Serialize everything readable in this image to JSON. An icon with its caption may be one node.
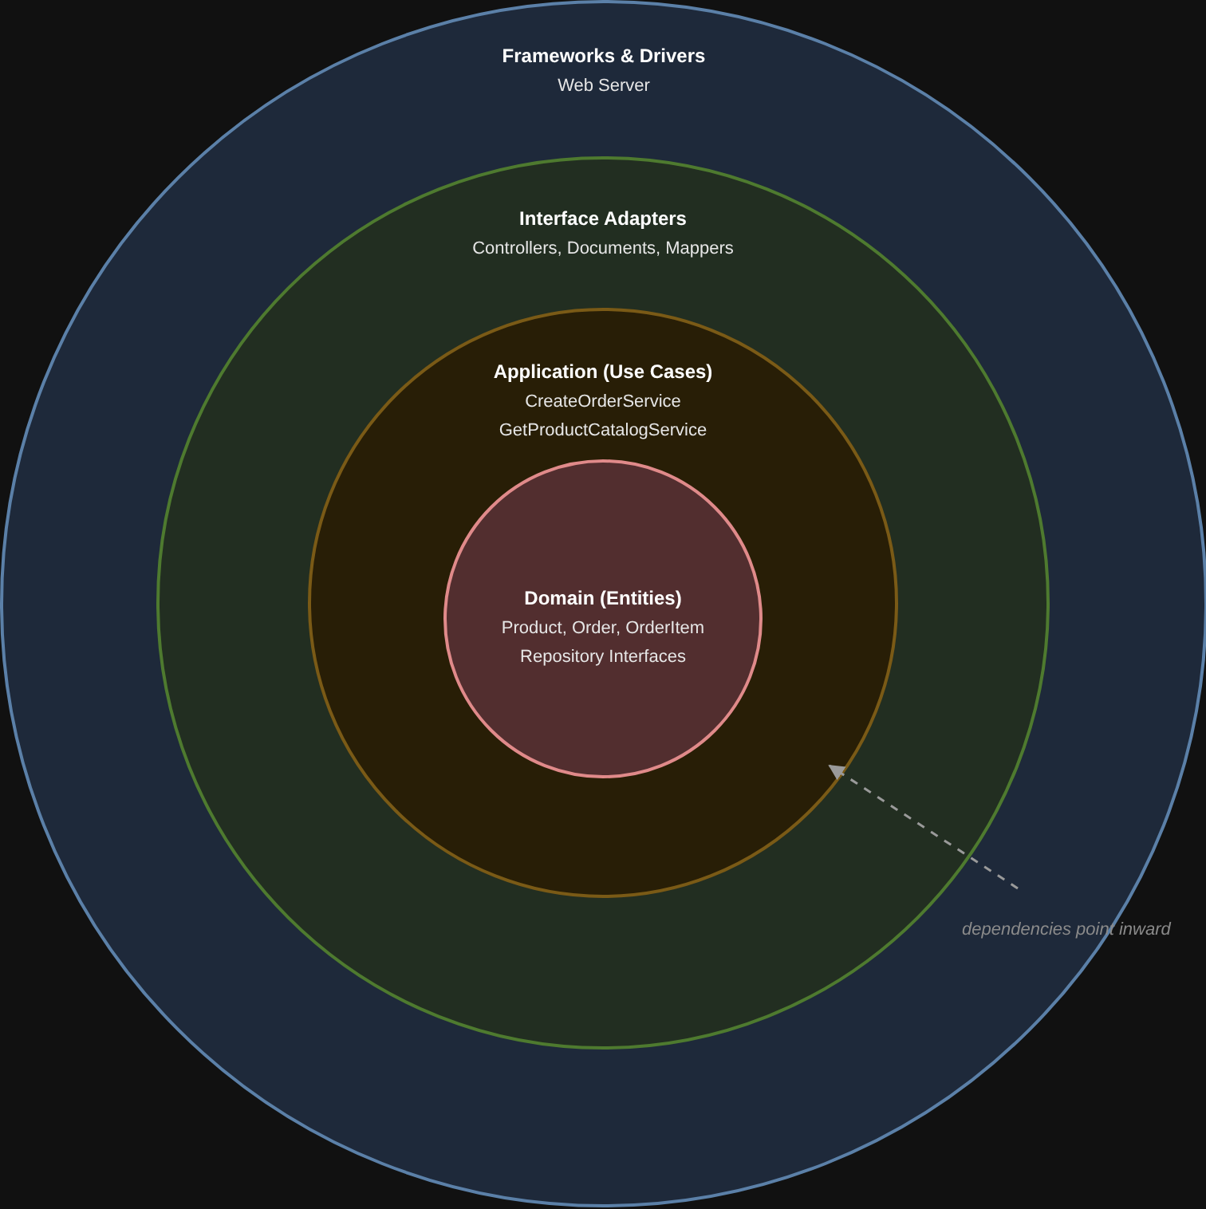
{
  "diagram": {
    "nodes": [
      {
        "text": [
          "Frameworks & Drivers",
          "Web Server"
        ]
      },
      {
        "text": [
          "Interface Adapters",
          "Controllers, Documents, Mappers"
        ],
        "in": 0
      },
      {
        "text": [
          "Application (Use Cases)",
          "CreateOrderService",
          "GetProductCatalogService"
        ],
        "in": 1
      },
      {
        "text": [
          "Domain (Entities)",
          "Product, Order, OrderItem",
          "Repository Interfaces"
        ],
        "in": 2
      }
    ],
    "edges": [],
    "labels": [
      "dependencies point inward"
    ]
  }
}
